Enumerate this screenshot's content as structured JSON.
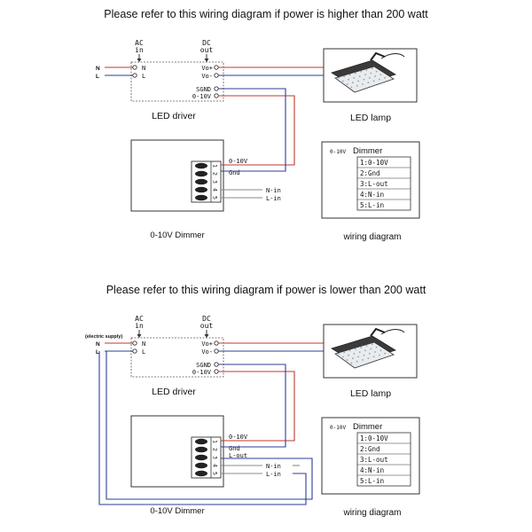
{
  "colors": {
    "line_live": "#c0392b",
    "line_neutral": "#2c3e99",
    "lamp_body": "#3a3a3a"
  },
  "diagrams": [
    {
      "heading": "Please refer to this wiring diagram if power is   higher  than 200 watt",
      "supply_label": "",
      "ac_label": "AC",
      "ac_sub": "in",
      "dc_label": "DC",
      "dc_sub": "out",
      "input_left": [
        "N",
        "L"
      ],
      "input_terminals": [
        "N",
        "L"
      ],
      "output_terminals": [
        "Vo+",
        "Vo-"
      ],
      "dim_terminals": [
        "SGND",
        "0-10V"
      ],
      "driver_label": "LED driver",
      "lamp_label": "LED lamp",
      "dimmer_pins": [
        "1",
        "2",
        "3",
        "4",
        "5"
      ],
      "dimmer_wire_labels": [
        "0-10V",
        "Gnd",
        "",
        "N-in",
        "L-in"
      ],
      "dimmer_label": "0-10V Dimmer",
      "legend_title_prefix": "0-10V",
      "legend_title": "Dimmer",
      "legend_items": [
        "1:0-10V",
        "2:Gnd",
        "3:L-out",
        "4:N-in",
        "5:L-in"
      ],
      "legend_caption": "wiring diagram"
    },
    {
      "heading": "Please refer to this wiring diagram if power is lower than 200 watt",
      "supply_label": "(electric supply)",
      "ac_label": "AC",
      "ac_sub": "in",
      "dc_label": "DC",
      "dc_sub": "out",
      "input_left": [
        "N",
        "L"
      ],
      "input_terminals": [
        "N",
        "L"
      ],
      "output_terminals": [
        "Vo+",
        "Vo-"
      ],
      "dim_terminals": [
        "SGND",
        "0-10V"
      ],
      "driver_label": "LED driver",
      "lamp_label": "LED lamp",
      "dimmer_pins": [
        "1",
        "2",
        "3",
        "4",
        "5"
      ],
      "dimmer_wire_labels": [
        "0-10V",
        "Gnd",
        "L-out",
        "N-in",
        "L-in"
      ],
      "dimmer_label": "0-10V Dimmer",
      "legend_title_prefix": "0-10V",
      "legend_title": "Dimmer",
      "legend_items": [
        "1:0-10V",
        "2:Gnd",
        "3:L-out",
        "4:N-in",
        "5:L-in"
      ],
      "legend_caption": "wiring diagram"
    }
  ]
}
